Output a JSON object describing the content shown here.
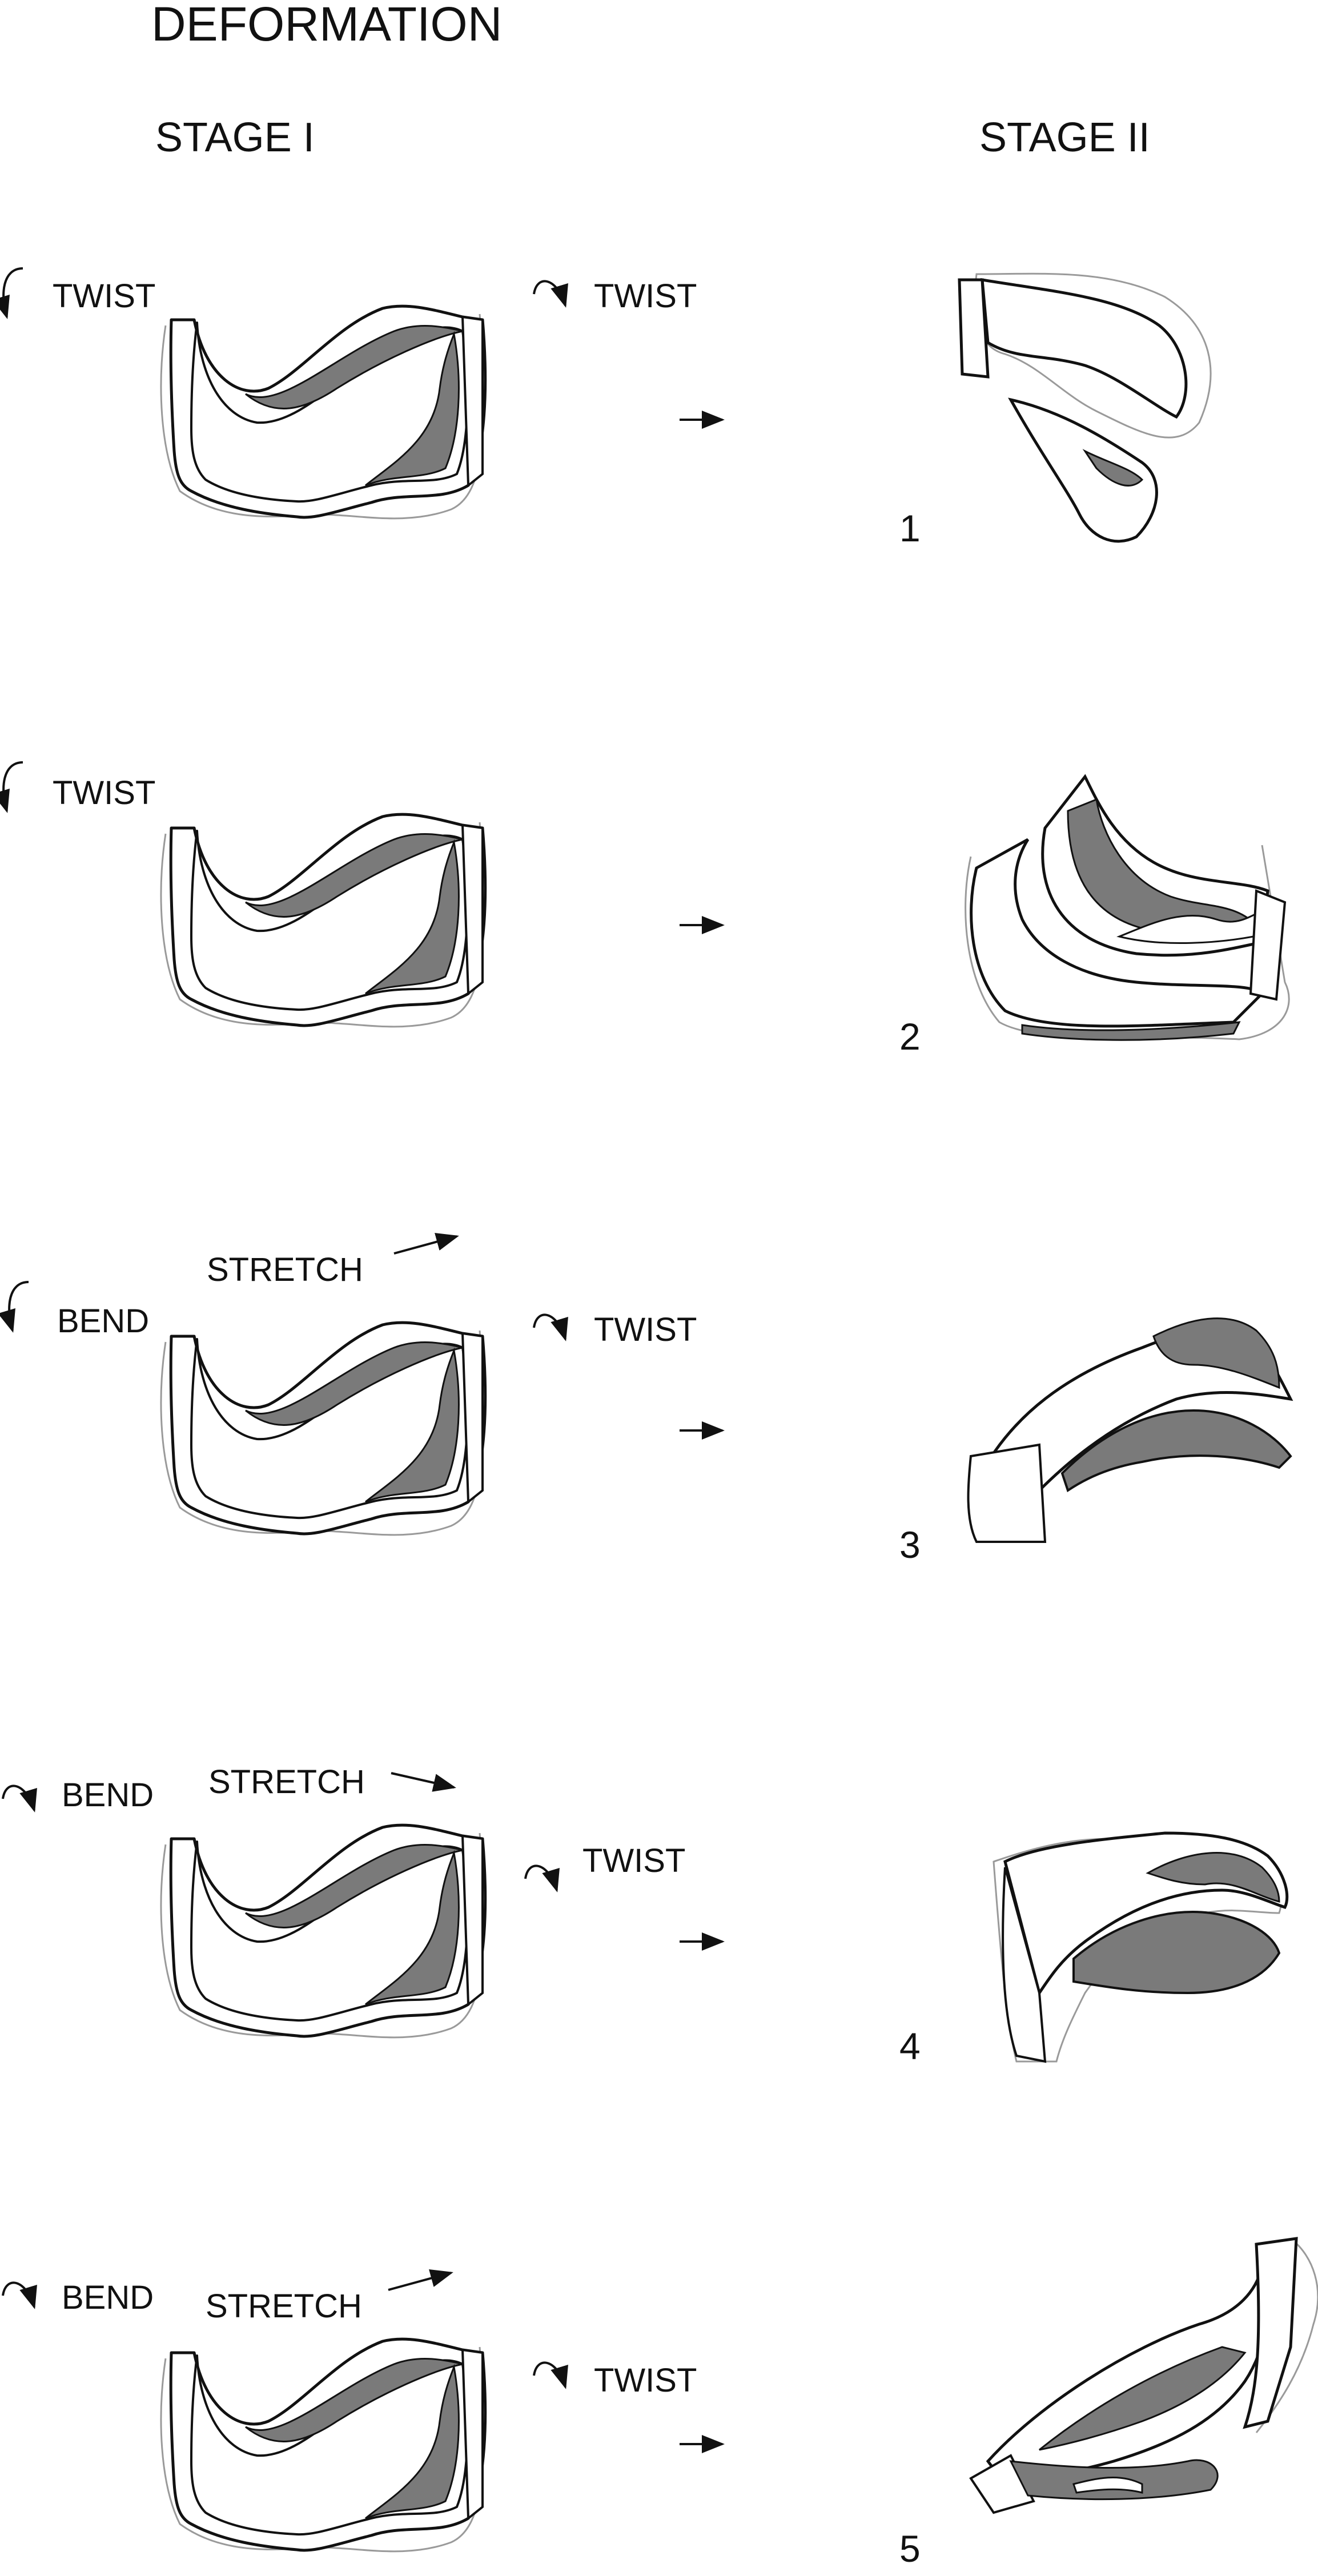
{
  "title": "DEFORMATION",
  "stage_headers": {
    "stage1": "STAGE I",
    "stage2": "STAGE II"
  },
  "rows": [
    {
      "number": "1",
      "ops": {
        "a": "TWIST",
        "b": "TWIST"
      }
    },
    {
      "number": "2",
      "ops": {
        "a": "TWIST"
      }
    },
    {
      "number": "3",
      "ops": {
        "stretch": "STRETCH",
        "a": "BEND",
        "b": "TWIST"
      }
    },
    {
      "number": "4",
      "ops": {
        "a": "BEND",
        "stretch": "STRETCH",
        "b": "TWIST"
      }
    },
    {
      "number": "5",
      "ops": {
        "a": "BEND",
        "stretch": "STRETCH",
        "b": "TWIST"
      }
    }
  ],
  "colors": {
    "line": "#111111",
    "fill_dark": "#7a7a7a",
    "fill_light": "#ffffff",
    "sketch": "#9a9a9a"
  }
}
